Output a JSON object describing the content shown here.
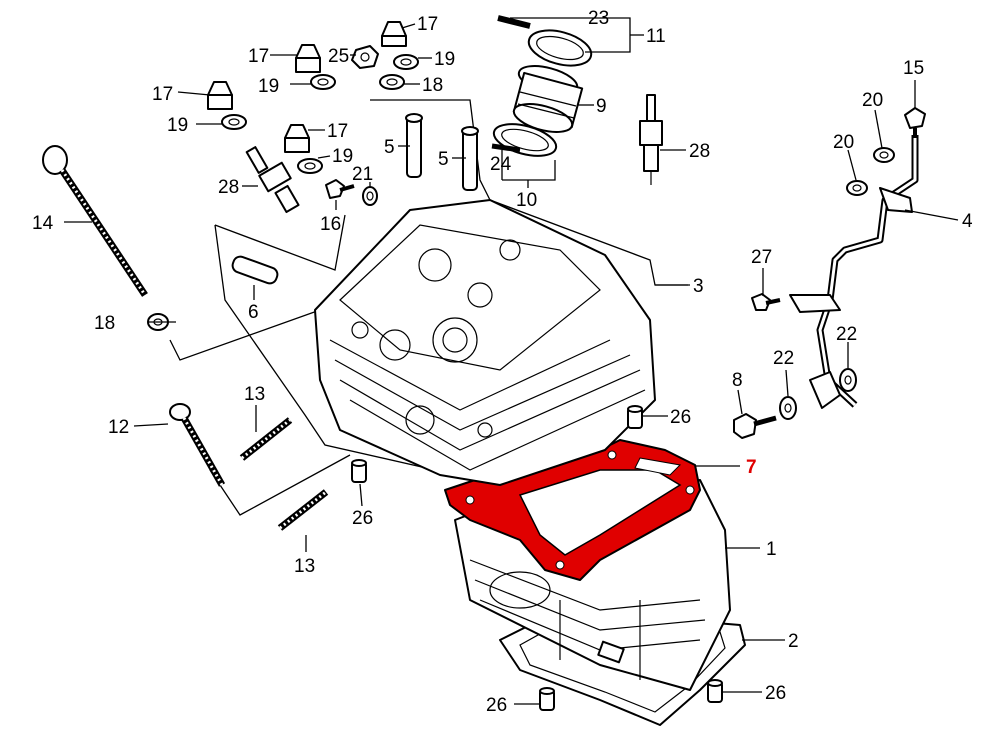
{
  "diagram": {
    "labels": [
      {
        "id": "17a",
        "text": "17"
      },
      {
        "id": "17b",
        "text": "17"
      },
      {
        "id": "17c",
        "text": "17"
      },
      {
        "id": "17d",
        "text": "17"
      },
      {
        "id": "25",
        "text": "25"
      },
      {
        "id": "19a",
        "text": "19"
      },
      {
        "id": "19b",
        "text": "19"
      },
      {
        "id": "19c",
        "text": "19"
      },
      {
        "id": "19d",
        "text": "19"
      },
      {
        "id": "18a",
        "text": "18"
      },
      {
        "id": "18b",
        "text": "18"
      },
      {
        "id": "23",
        "text": "23"
      },
      {
        "id": "11",
        "text": "11"
      },
      {
        "id": "9",
        "text": "9"
      },
      {
        "id": "24",
        "text": "24"
      },
      {
        "id": "10",
        "text": "10"
      },
      {
        "id": "28a",
        "text": "28"
      },
      {
        "id": "28b",
        "text": "28"
      },
      {
        "id": "5a",
        "text": "5"
      },
      {
        "id": "5b",
        "text": "5"
      },
      {
        "id": "21",
        "text": "21"
      },
      {
        "id": "16",
        "text": "16"
      },
      {
        "id": "14",
        "text": "14"
      },
      {
        "id": "6",
        "text": "6"
      },
      {
        "id": "3",
        "text": "3"
      },
      {
        "id": "15",
        "text": "15"
      },
      {
        "id": "20a",
        "text": "20"
      },
      {
        "id": "20b",
        "text": "20"
      },
      {
        "id": "4",
        "text": "4"
      },
      {
        "id": "27",
        "text": "27"
      },
      {
        "id": "22a",
        "text": "22"
      },
      {
        "id": "22b",
        "text": "22"
      },
      {
        "id": "8",
        "text": "8"
      },
      {
        "id": "12",
        "text": "12"
      },
      {
        "id": "13a",
        "text": "13"
      },
      {
        "id": "13b",
        "text": "13"
      },
      {
        "id": "26a",
        "text": "26"
      },
      {
        "id": "26b",
        "text": "26"
      },
      {
        "id": "26c",
        "text": "26"
      },
      {
        "id": "26d",
        "text": "26"
      },
      {
        "id": "7",
        "text": "7"
      },
      {
        "id": "1",
        "text": "1"
      },
      {
        "id": "2",
        "text": "2"
      }
    ],
    "highlight_color": "#e00000",
    "line_color": "#000000"
  }
}
